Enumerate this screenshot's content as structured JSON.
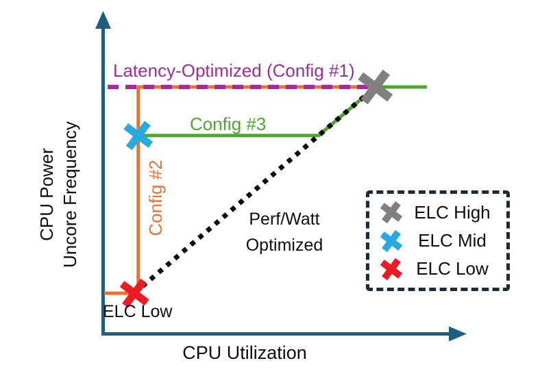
{
  "chart_data": {
    "type": "line",
    "title": "",
    "xlabel": "CPU Utilization",
    "ylabel_lines": [
      "CPU Power",
      "Uncore Frequency"
    ],
    "x_range": [
      0,
      1
    ],
    "y_range": [
      0,
      1
    ],
    "grid": false,
    "axis_color": "#1e5e7e",
    "axes_note": "qualitative conceptual axes with arrowheads, no tick marks or numeric scale",
    "series": [
      {
        "name": "Config #2",
        "color": "#e97132",
        "style": "solid",
        "width": 5,
        "points": [
          [
            0.0,
            0.138
          ],
          [
            0.098,
            0.138
          ],
          [
            0.098,
            0.843
          ],
          [
            0.78,
            0.843
          ]
        ]
      },
      {
        "name": "Latency-Optimized (Config #1)",
        "color": "#a22b9b",
        "style": "dashed",
        "width": 6.5,
        "points": [
          [
            0.01,
            0.843
          ],
          [
            0.78,
            0.843
          ]
        ]
      },
      {
        "name": "Config #3",
        "color": "#4ea72e",
        "style": "solid",
        "width": 5,
        "points": [
          [
            0.098,
            0.677
          ],
          [
            0.616,
            0.677
          ],
          [
            0.779,
            0.843
          ],
          [
            0.927,
            0.843
          ]
        ]
      },
      {
        "name": "Perf/Watt Optimized",
        "color": "#0d0d0d",
        "style": "dotted",
        "width": 7,
        "points": [
          [
            0.087,
            0.138
          ],
          [
            0.779,
            0.843
          ]
        ]
      }
    ],
    "markers": [
      {
        "label": "ELC Low",
        "color": "#ed1c24",
        "x": 0.087,
        "y": 0.138,
        "size": 40
      },
      {
        "label": "ELC Mid",
        "color": "#27aae1",
        "x": 0.098,
        "y": 0.677,
        "size": 40
      },
      {
        "label": "ELC High",
        "color": "#808080",
        "x": 0.779,
        "y": 0.843,
        "size": 46
      }
    ],
    "annotations": {
      "config1": "Latency-Optimized (Config #1)",
      "config2": "Config #2",
      "config3": "Config #3",
      "perfwatt_line1": "Perf/Watt",
      "perfwatt_line2": "Optimized",
      "elc_low_point": "ELC Low"
    },
    "legend": {
      "position": "middle-right",
      "border_color": "#1c2b3a",
      "border_style": "dashed",
      "entries": [
        {
          "label": "ELC High",
          "color": "#808080"
        },
        {
          "label": "ELC Mid",
          "color": "#27aae1"
        },
        {
          "label": "ELC Low",
          "color": "#ed1c24"
        }
      ]
    }
  }
}
